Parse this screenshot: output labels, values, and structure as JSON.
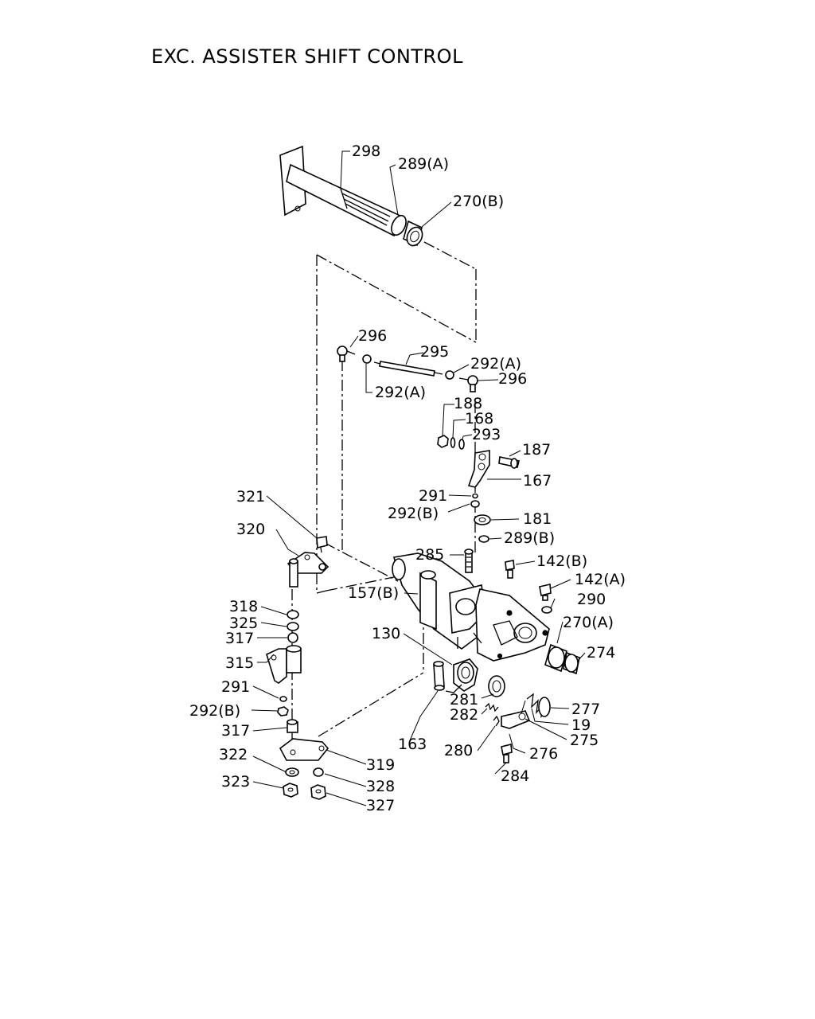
{
  "title": "EXC. ASSISTER SHIFT CONTROL",
  "callouts": {
    "c298": "298",
    "c289a": "289(A)",
    "c270b": "270(B)",
    "c296a": "296",
    "c295": "295",
    "c292a_r": "292(A)",
    "c296b": "296",
    "c292a_l": "292(A)",
    "c188": "188",
    "c168": "168",
    "c293": "293",
    "c187": "187",
    "c167": "167",
    "c291a": "291",
    "c292b_a": "292(B)",
    "c181": "181",
    "c289b": "289(B)",
    "c321": "321",
    "c320": "320",
    "c285": "285",
    "c142b": "142(B)",
    "c142a": "142(A)",
    "c157b": "157(B)",
    "c290": "290",
    "c270a": "270(A)",
    "c318": "318",
    "c325": "325",
    "c317a": "317",
    "c130": "130",
    "c274": "274",
    "c315": "315",
    "c291b": "291",
    "c281": "281",
    "c277": "277",
    "c292b_b": "292(B)",
    "c282": "282",
    "c19": "19",
    "c317b": "317",
    "c275": "275",
    "c163": "163",
    "c280": "280",
    "c276": "276",
    "c322": "322",
    "c319": "319",
    "c284": "284",
    "c323": "323",
    "c328": "328",
    "c327": "327"
  }
}
